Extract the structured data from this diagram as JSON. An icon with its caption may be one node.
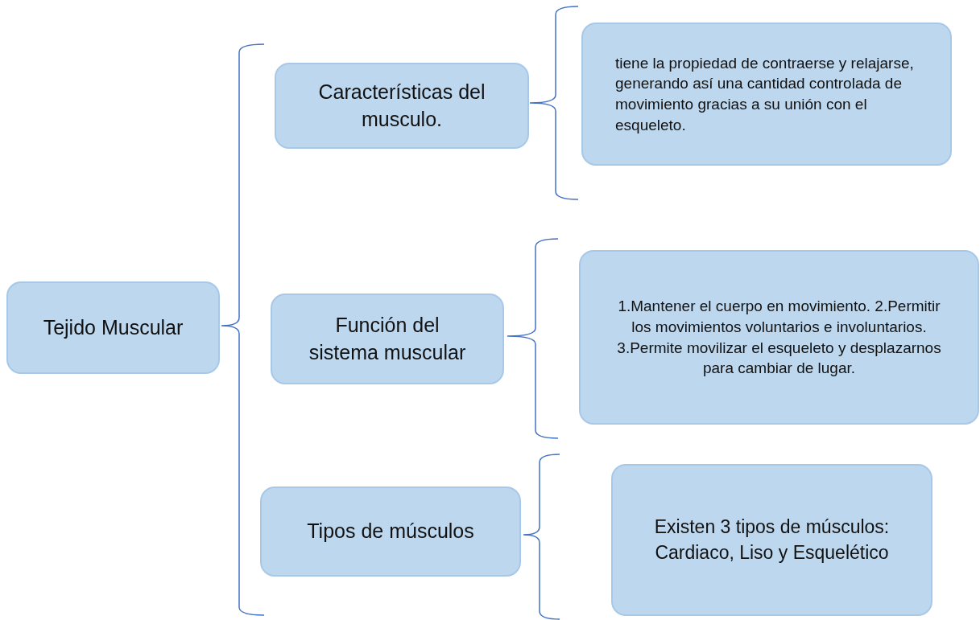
{
  "diagram": {
    "nodes": [
      {
        "text": [
          "Tejido Muscular"
        ]
      },
      {
        "text": [
          "Características del musculo."
        ]
      },
      {
        "text": [
          "Función del sistema muscular"
        ]
      },
      {
        "text": [
          "Tipos de músculos"
        ]
      },
      {
        "text": [
          "tiene la propiedad de contraerse y relajarse, generando así una cantidad controlada de movimiento gracias a su unión con el esqueleto."
        ]
      },
      {
        "text": [
          "1.Mantener el cuerpo en movimiento. 2.Permitir los movimientos voluntarios e involuntarios. 3.Permite movilizar el esqueleto y desplazarnos para cambiar de lugar."
        ]
      },
      {
        "text": [
          "Existen 3 tipos de músculos: Cardiaco, Liso y Esquelético"
        ]
      }
    ]
  }
}
